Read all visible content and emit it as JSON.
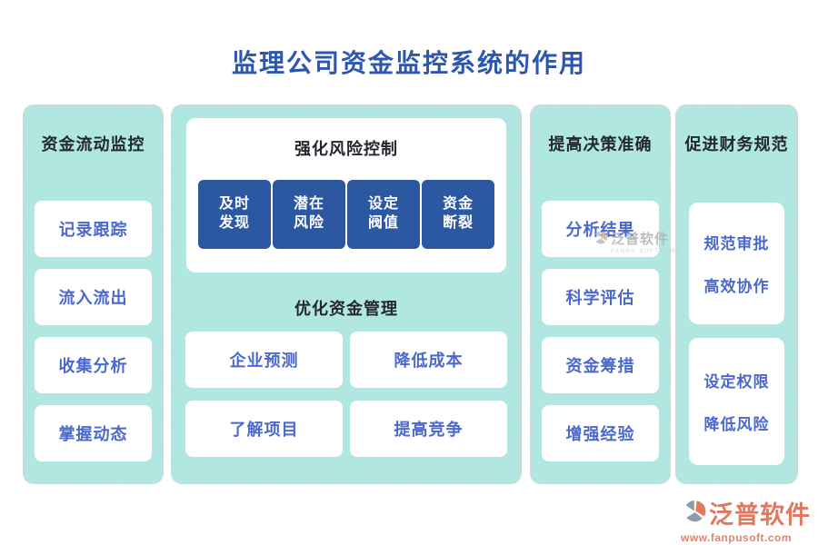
{
  "title": "监理公司资金监控系统的作用",
  "columns": [
    {
      "header": "资金流动监控",
      "items": [
        "记录跟踪",
        "流入流出",
        "收集分析",
        "掌握动态"
      ]
    },
    {
      "header": "提高决策准确",
      "items": [
        "分析结果",
        "科学评估",
        "资金筹措",
        "增强经验"
      ]
    },
    {
      "header": "促进财务规范",
      "groups": [
        {
          "lines": [
            "规范审批",
            "高效协作"
          ]
        },
        {
          "lines": [
            "设定权限",
            "降低风险"
          ]
        }
      ]
    }
  ],
  "center": {
    "risk": {
      "header": "强化风险控制",
      "buttons": [
        "及时\n发现",
        "潜在\n风险",
        "设定\n阀值",
        "资金\n断裂"
      ]
    },
    "optimize": {
      "header": "优化资金管理",
      "items": [
        "企业预测",
        "降低成本",
        "了解项目",
        "提高竞争"
      ]
    }
  },
  "watermark": {
    "brand": "泛普软件",
    "sub": "FANPU SOFTWARE"
  },
  "footer": {
    "brand": "泛普软件",
    "url": "www.fanpusoft.com"
  },
  "icons": {
    "logo": "fanpu-logo-icon"
  },
  "colors": {
    "accent_blue": "#2d57ae",
    "panel_teal": "#b0e8e1",
    "dark_button_blue": "#2b58a1",
    "item_text_blue": "#4b68cd",
    "header_text": "#23272e",
    "brand_salmon": "#df7a60",
    "brand_gray": "#8d9aab",
    "dash_border": "#ccd8d6"
  }
}
